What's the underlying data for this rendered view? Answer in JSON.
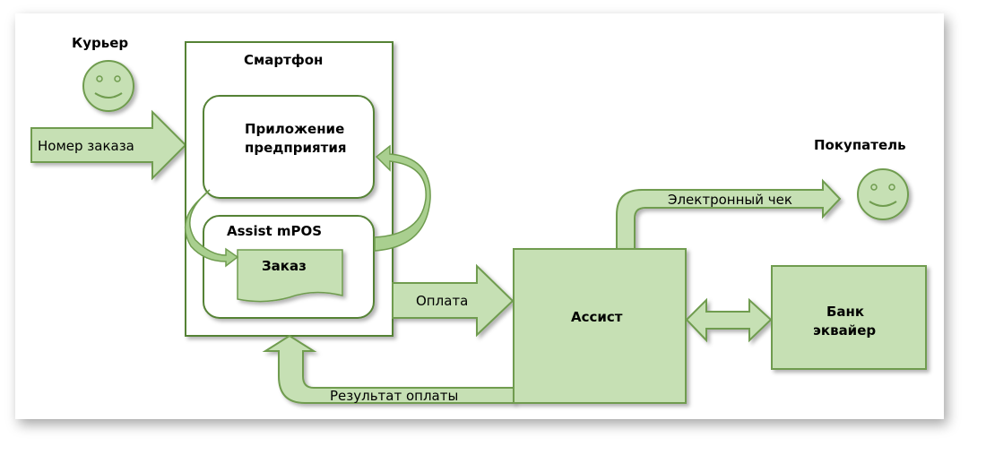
{
  "labels": {
    "courier": "Курьер",
    "buyer": "Покупатель",
    "smartphone": "Смартфон",
    "app_line1": "Приложение",
    "app_line2": "предприятия",
    "assist_mpos": "Assist mPOS",
    "order": "Заказ",
    "assist": "Ассист",
    "bank_line1": "Банк",
    "bank_line2": "эквайер"
  },
  "arrows": {
    "order_number": "Номер заказа",
    "payment": "Оплата",
    "payment_result": "Результат оплаты",
    "e_receipt": "Электронный чек"
  },
  "colors": {
    "fill": "#c6e0b4",
    "stroke": "#6f9c4f",
    "frame": "#548235"
  }
}
